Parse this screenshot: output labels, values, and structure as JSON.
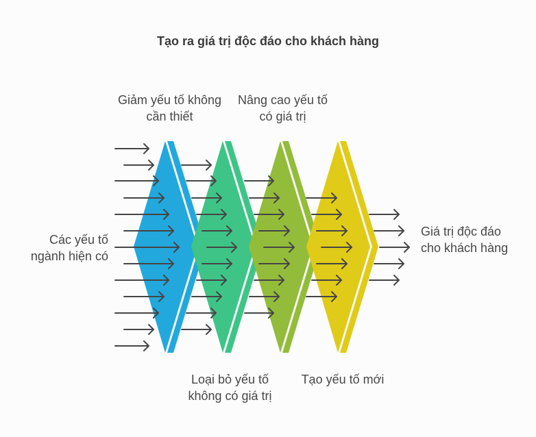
{
  "title": "Tạo ra giá trị độc đáo cho khách hàng",
  "input_label": "Các yếu tố ngành hiện có",
  "output_label": "Giá trị độc đáo cho khách hàng",
  "stages": [
    {
      "label": "Giảm yếu tố không cần thiết",
      "color": "#22a8dc",
      "position": "top"
    },
    {
      "label": "Loại bỏ yếu tố không có giá trị",
      "color": "#3ec487",
      "position": "bottom"
    },
    {
      "label": "Nâng cao yếu tố có giá trị",
      "color": "#93bc3b",
      "position": "top"
    },
    {
      "label": "Tạo yếu tố mới",
      "color": "#e0cb18",
      "position": "bottom"
    }
  ],
  "arrow_color": "#454545"
}
